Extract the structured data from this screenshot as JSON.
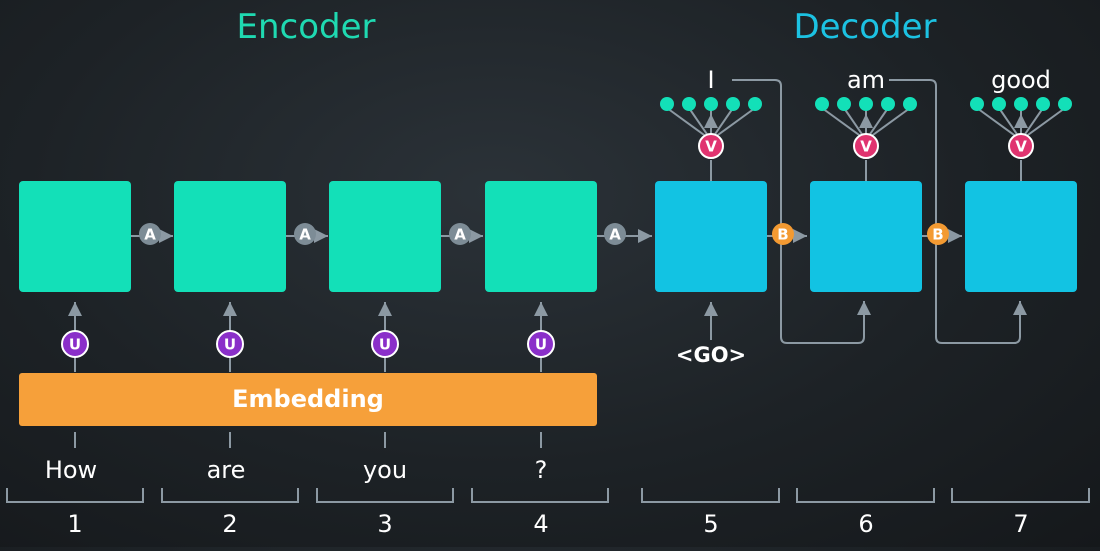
{
  "titles": {
    "encoder": "Encoder",
    "decoder": "Decoder"
  },
  "embedding_label": "Embedding",
  "encoder_inputs": [
    "How",
    "are",
    "you",
    "?"
  ],
  "go_token": "<GO>",
  "decoder_outputs": [
    "I",
    "am",
    "good"
  ],
  "timesteps": [
    "1",
    "2",
    "3",
    "4",
    "5",
    "6",
    "7"
  ],
  "weight_labels": {
    "input": "U",
    "encoder_recurrent": "A",
    "decoder_recurrent": "B",
    "output": "V"
  },
  "colors": {
    "encoder_cell": "#13e0b8",
    "decoder_cell": "#12c3e3",
    "encoder_title": "#1fd9b1",
    "decoder_title": "#1cc2e2",
    "embedding": "#f6a03a",
    "u_badge": "#8a2fc9",
    "a_badge": "#7d8c96",
    "b_badge": "#f39a32",
    "v_badge": "#e0336f",
    "output_node": "#13e0b8",
    "line": "#8c99a3",
    "text": "#ffffff"
  }
}
